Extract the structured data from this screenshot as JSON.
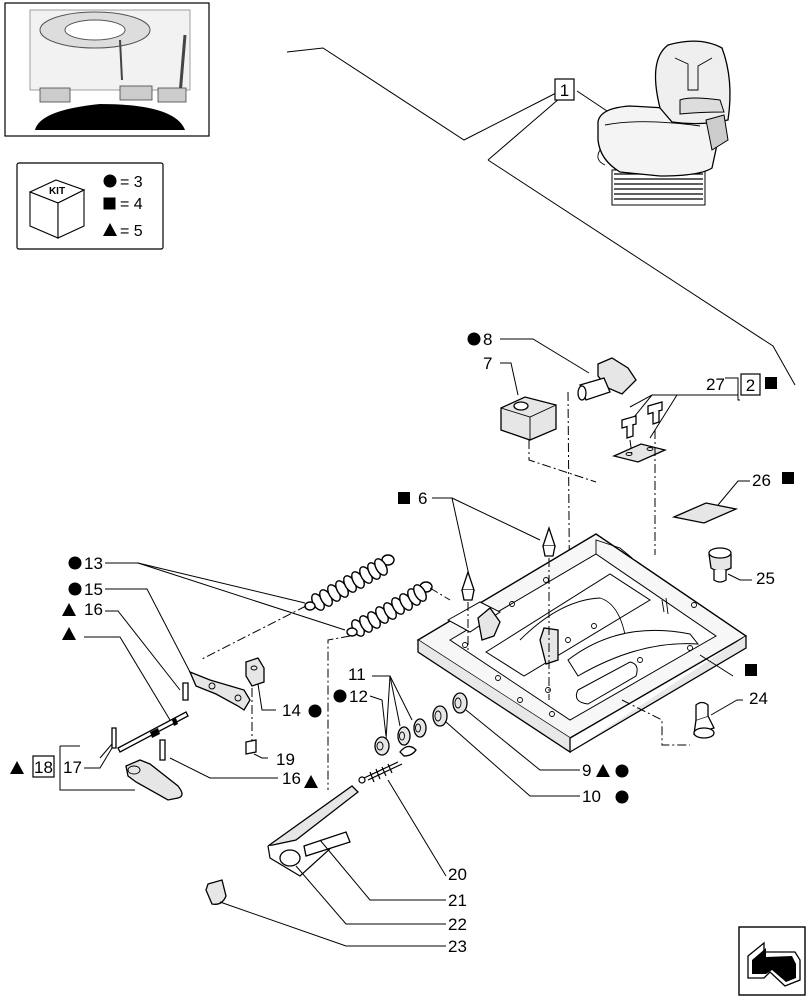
{
  "kit": {
    "title": "KIT",
    "items": [
      {
        "symbol": "circle",
        "text": "= 3"
      },
      {
        "symbol": "square",
        "text": "= 4"
      },
      {
        "symbol": "triangle",
        "text": "= 5"
      }
    ]
  },
  "callouts": {
    "c1": "1",
    "c2": "2",
    "c6": "6",
    "c7": "7",
    "c8": "8",
    "c9": "9",
    "c10": "10",
    "c11": "11",
    "c12": "12",
    "c13": "13",
    "c14": "14",
    "c15": "15",
    "c16a": "16",
    "c16b": "16",
    "c17": "17",
    "c18": "18",
    "c19": "19",
    "c20": "20",
    "c21": "21",
    "c22": "22",
    "c23": "23",
    "c24": "24",
    "c25": "25",
    "c26": "26",
    "c27": "27"
  },
  "icons": {
    "thumbnail": "tractor-cab-thumbnail",
    "seat": "seat-assembly-icon",
    "nav": "next-page-arrow-icon"
  }
}
